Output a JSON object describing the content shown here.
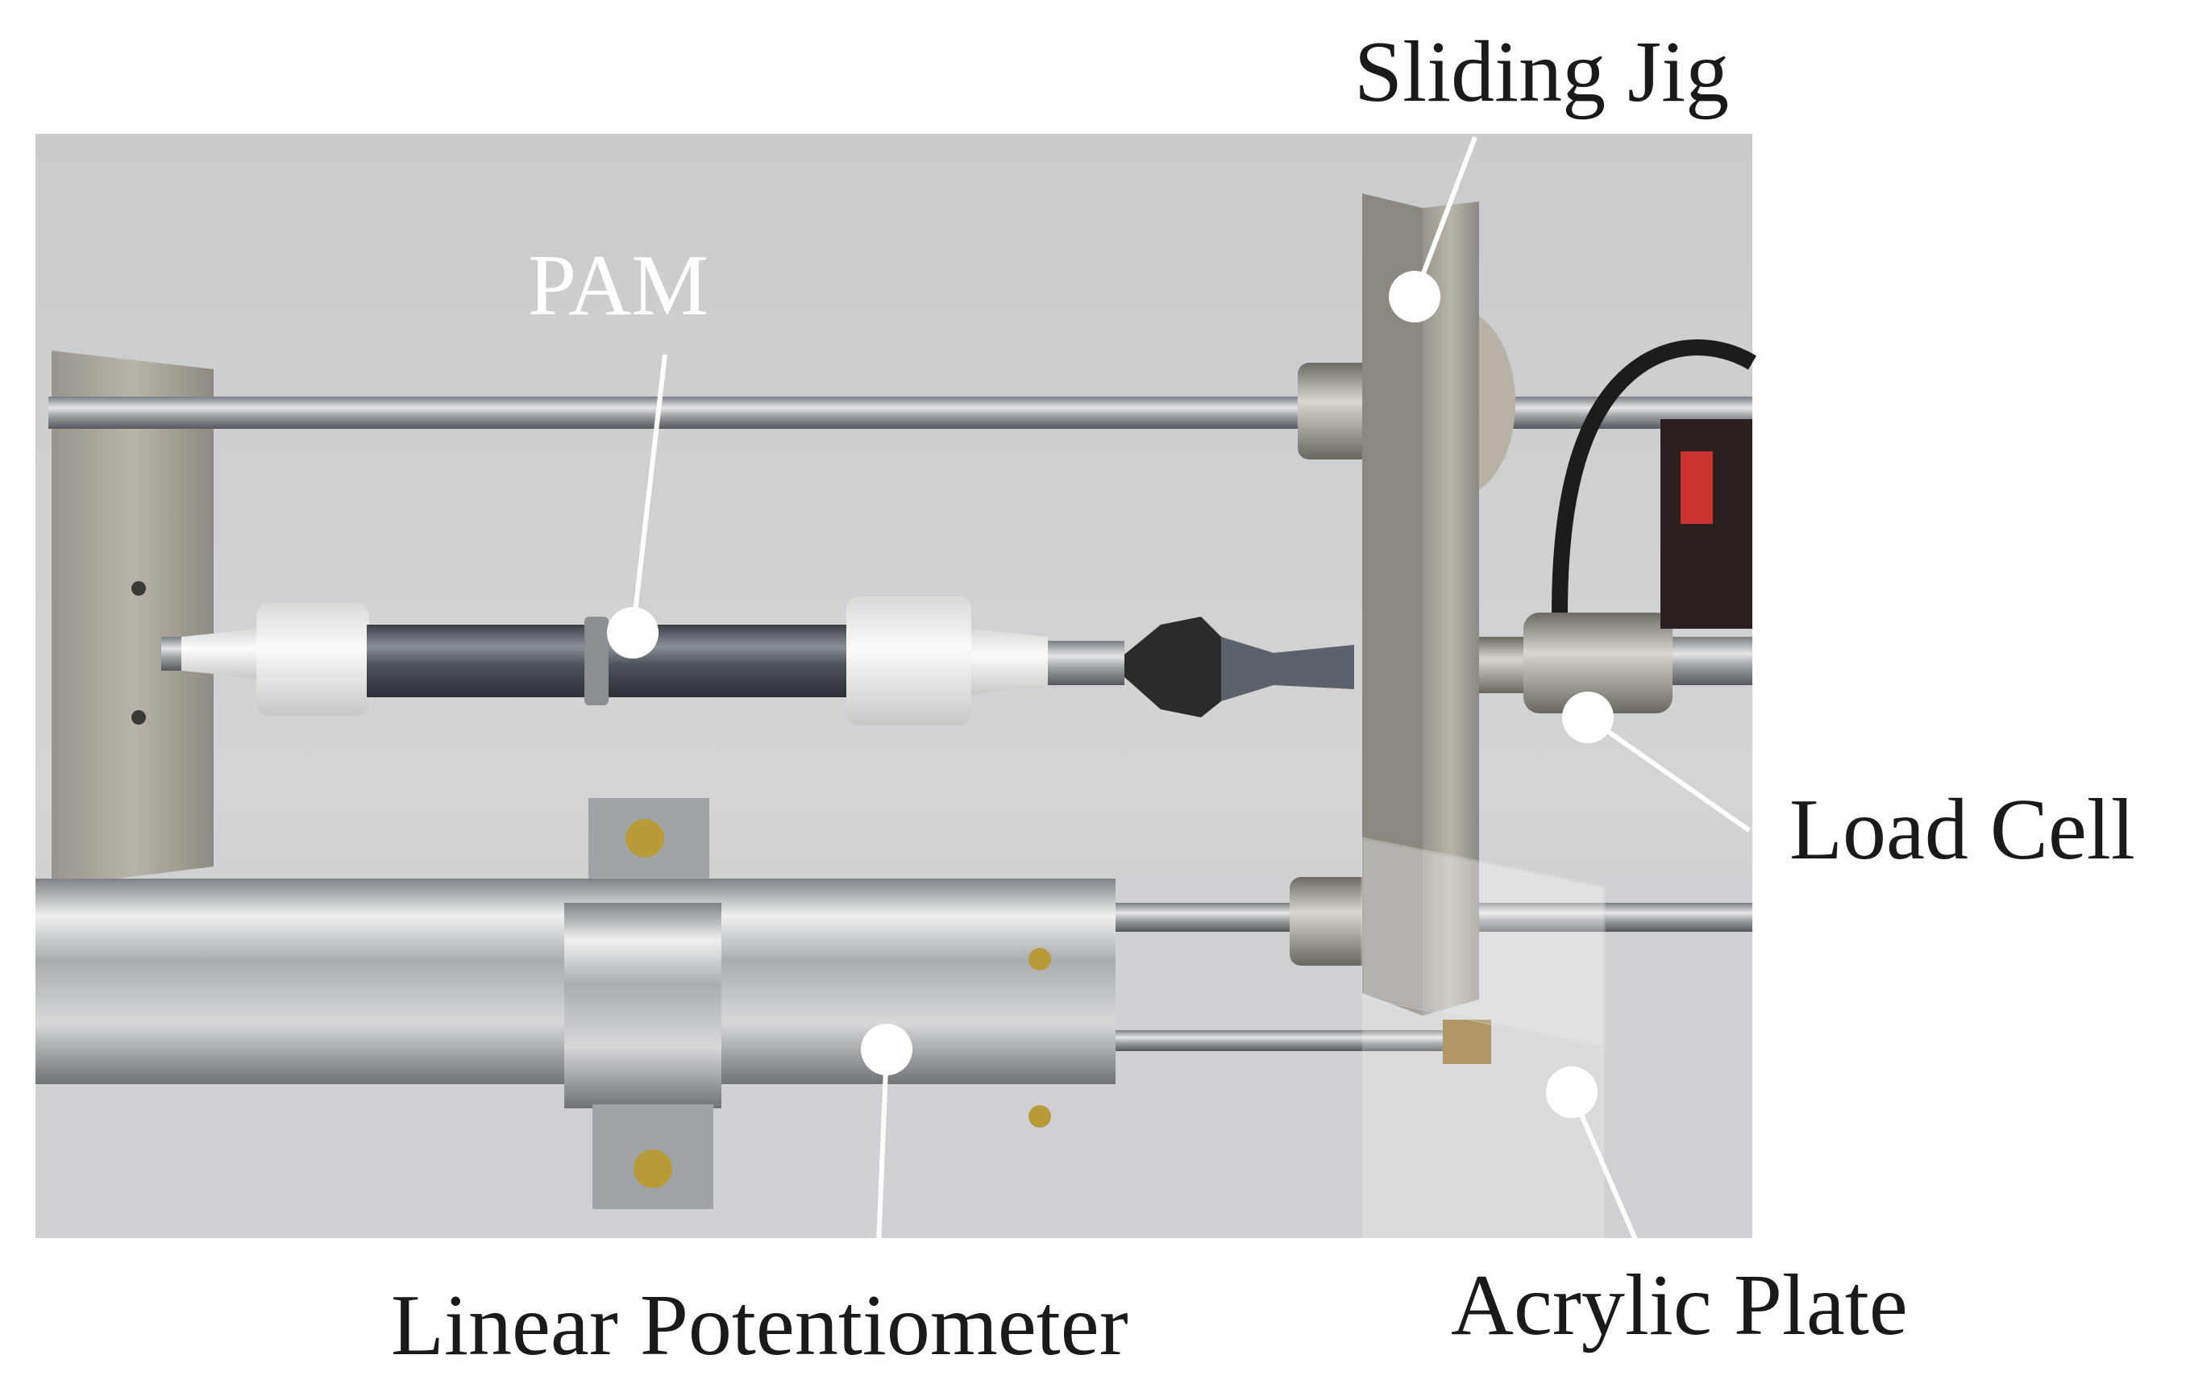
{
  "figure": {
    "labels": {
      "sliding_jig": "Sliding Jig",
      "pam": "PAM",
      "load_cell": "Load Cell",
      "linear_potentiometer": "Linear Potentiometer",
      "acrylic_plate": "Acrylic Plate"
    },
    "colors": {
      "background_wall": "#c9cacb",
      "steel": "#b8bcbf",
      "aluminum_plate": "#a8a39a",
      "pam_tube": "#4a5058",
      "white_fitting": "#f2f2f0",
      "callout": "#ffffff"
    }
  }
}
